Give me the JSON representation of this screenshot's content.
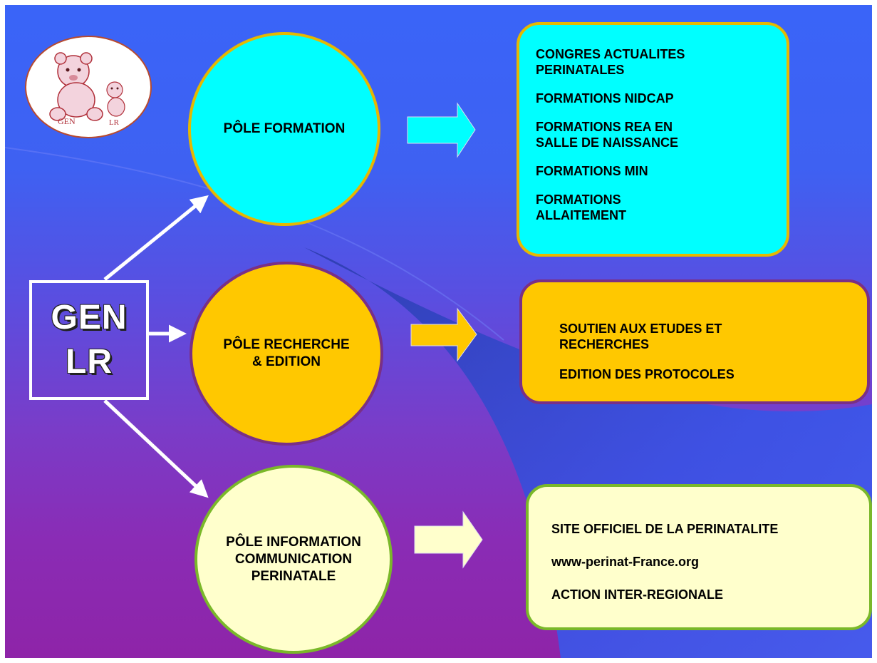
{
  "logo": {
    "left_text": "GEN",
    "right_text": "LR"
  },
  "center": {
    "line1": "GEN",
    "line2": "LR"
  },
  "poles": [
    {
      "label": "PÔLE FORMATION",
      "fill": "#00ffff",
      "border": "#e6b800"
    },
    {
      "label": "PÔLE RECHERCHE\n& EDITION",
      "fill": "#ffc800",
      "border": "#7a2f86"
    },
    {
      "label": "PÔLE INFORMATION\nCOMMUNICATION\nPERINATALE",
      "fill": "#ffffcc",
      "border": "#7ab82a"
    }
  ],
  "details": [
    {
      "items": [
        "CONGRES ACTUALITES\nPERINATALES",
        "FORMATIONS NIDCAP",
        "FORMATIONS REA EN\nSALLE DE NAISSANCE",
        "FORMATIONS MIN",
        "FORMATIONS\nALLAITEMENT"
      ]
    },
    {
      "items": [
        "SOUTIEN AUX ETUDES ET\nRECHERCHES",
        "EDITION DES PROTOCOLES"
      ]
    },
    {
      "items": [
        "SITE OFFICIEL DE LA PERINATALITE",
        "www-perinat-France.org",
        "ACTION INTER-REGIONALE"
      ]
    }
  ],
  "colors": {
    "background_top": "#3a64f8",
    "background_bottom": "#8e24a8",
    "arrow": "#ffffff"
  }
}
